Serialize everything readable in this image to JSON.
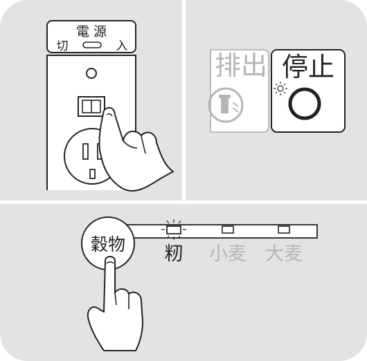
{
  "power_label": {
    "title": "電 源",
    "off": "切",
    "on": "入"
  },
  "panel_buttons": {
    "discharge": "排出",
    "stop": "停止"
  },
  "grain_selector": {
    "button": "穀物",
    "options": [
      "籾",
      "小麦",
      "大麦"
    ],
    "selected_index": 0
  },
  "colors": {
    "panel_bg": "#e3e3e3",
    "line": "#222222",
    "inactive": "#b5b5b5"
  }
}
